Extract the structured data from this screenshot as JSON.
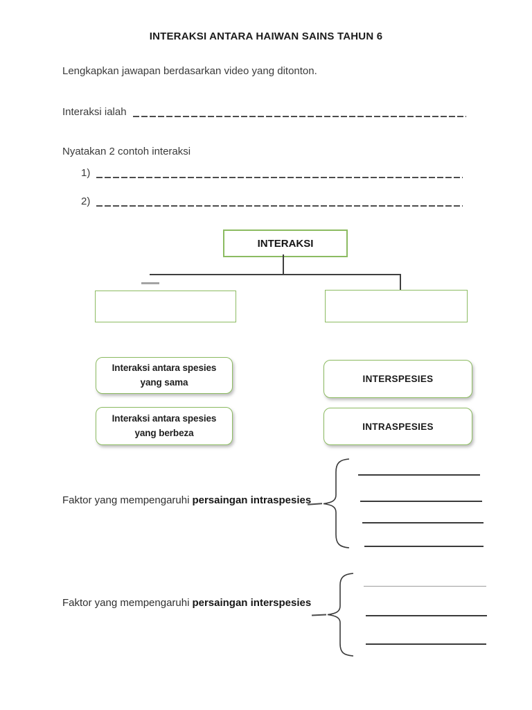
{
  "document": {
    "title": "INTERAKSI ANTARA HAIWAN SAINS TAHUN 6",
    "instruction": "Lengkapkan jawapan berdasarkan video yang ditonton.",
    "definition_question": {
      "label": "Interaksi ialah"
    },
    "examples_question": {
      "label": "Nyatakan 2 contoh interaksi",
      "items": [
        {
          "number": "1)"
        },
        {
          "number": "2)"
        }
      ]
    },
    "diagram": {
      "root": "INTERAKSI",
      "left_child": "",
      "right_child": ""
    },
    "cards": {
      "left": [
        {
          "label": "Interaksi antara spesies yang sama"
        },
        {
          "label": "Interaksi antara spesies yang berbeza"
        }
      ],
      "right": [
        {
          "label": "INTERSPESIES"
        },
        {
          "label": "INTRASPESIES"
        }
      ]
    },
    "factor_sections": [
      {
        "prefix": "Faktor yang mempengaruhi",
        "emphasis": "persaingan intraspesies",
        "blank_lines": 4
      },
      {
        "prefix": "Faktor yang mempengaruhi",
        "emphasis": "persaingan interspesies",
        "blank_lines": 3
      }
    ],
    "colors": {
      "border_green": "#8cbb61",
      "connector_line": "#3f3f3f",
      "body_text": "#333333"
    }
  }
}
